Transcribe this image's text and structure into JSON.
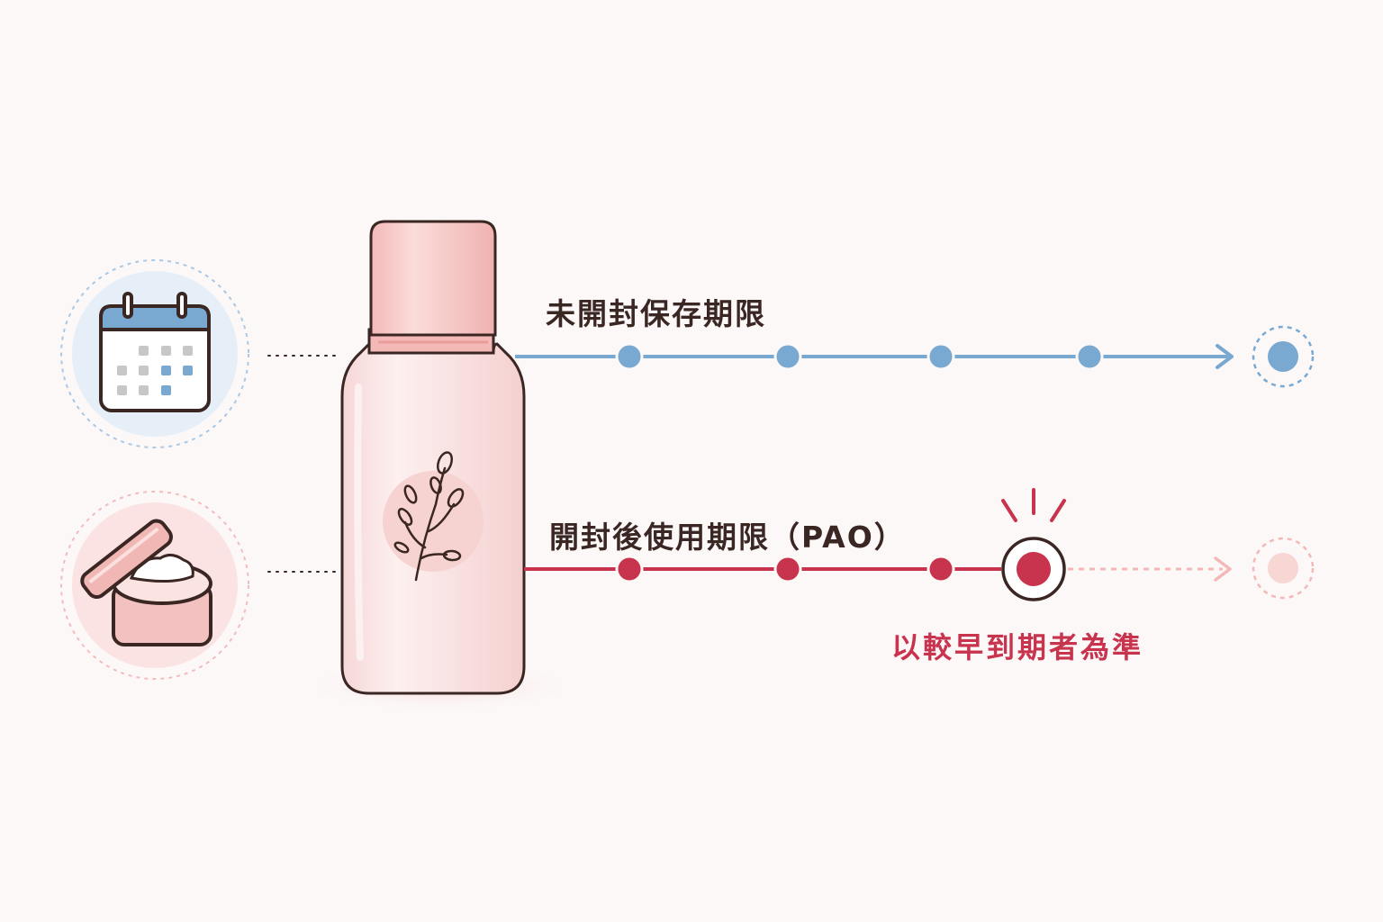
{
  "timeline_unopened": {
    "label": "未開封保存期限",
    "icon": "calendar-icon",
    "color": "#79a8d1"
  },
  "timeline_pao": {
    "label": "開封後使用期限（PAO）",
    "icon": "cream-jar-icon",
    "color": "#c8334e"
  },
  "rule_text": "以較早到期者為準",
  "product_icon": "lotion-bottle-icon",
  "label_icon": "leaf-sprig-icon",
  "colors": {
    "background": "#fcf8f8",
    "blue": "#79a8d1",
    "red": "#c8334e",
    "bottle_pink": "#f7dcdc",
    "faded_pink": "#f6c9c9"
  }
}
